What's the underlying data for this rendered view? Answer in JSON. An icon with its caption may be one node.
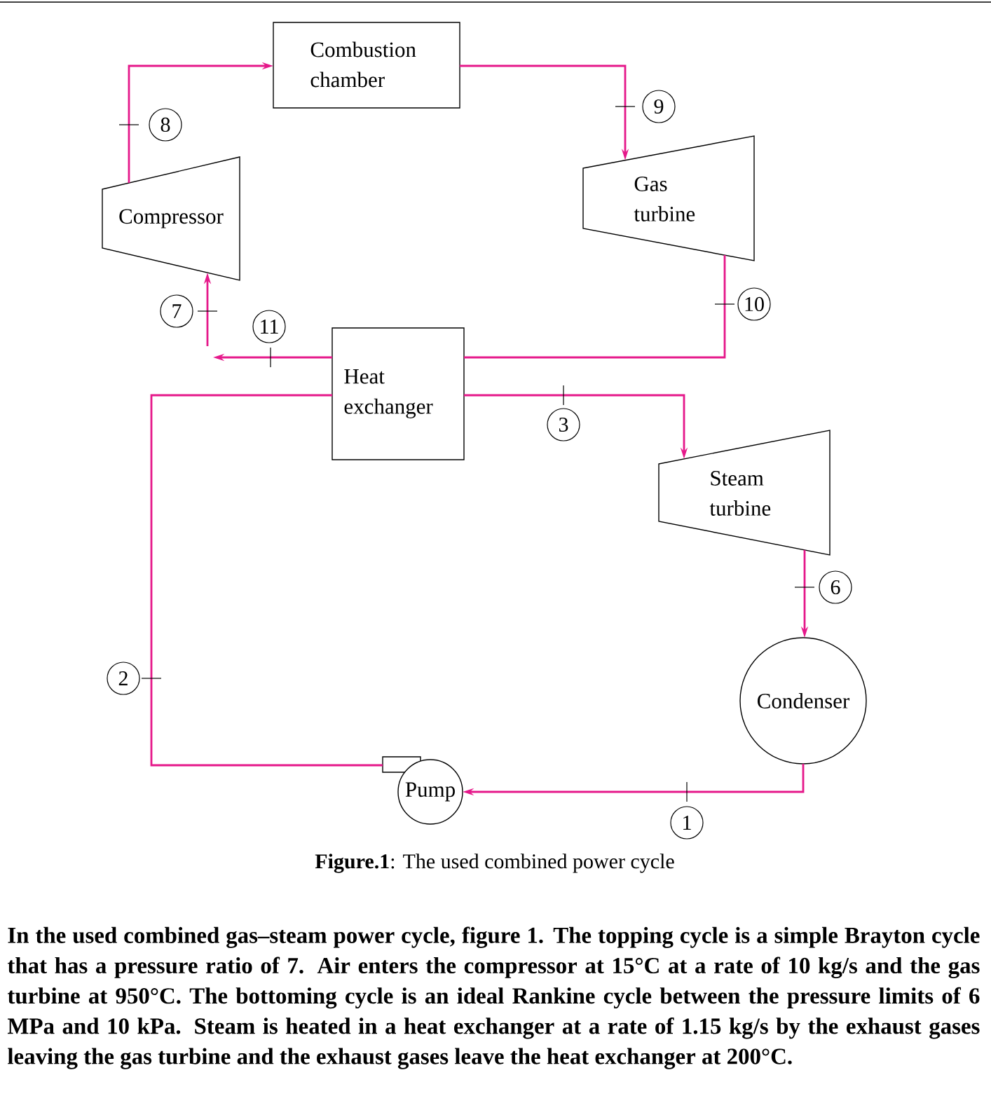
{
  "diagram": {
    "caption": "**Figure.1**: The used combined power cycle",
    "nodes": [
      {
        "text": [
          "Combustion chamber"
        ]
      },
      {
        "text": [
          "Compressor"
        ]
      },
      {
        "text": [
          "Gas turbine"
        ]
      },
      {
        "text": [
          "Heat exchanger"
        ]
      },
      {
        "text": [
          "Steam turbine"
        ]
      },
      {
        "text": [
          "Condenser"
        ]
      },
      {
        "text": [
          "Pump"
        ]
      }
    ],
    "edges": [
      {
        "from": 1,
        "to": 0,
        "arrow": "to"
      },
      {
        "from": 0,
        "to": 2,
        "arrow": "to"
      },
      {
        "from": 2,
        "to": 3,
        "arrow": "none"
      },
      {
        "from": 3,
        "to": null,
        "arrow": "to"
      },
      {
        "from": null,
        "to": 1,
        "arrow": "to"
      },
      {
        "from": 3,
        "to": 4,
        "arrow": "to"
      },
      {
        "from": 4,
        "to": 5,
        "arrow": "to"
      },
      {
        "from": 5,
        "to": 6,
        "arrow": "to"
      },
      {
        "from": 6,
        "to": 3,
        "arrow": "none"
      }
    ],
    "labels": [
      "9",
      "8",
      "10",
      "7",
      "11",
      "3",
      "6",
      "2",
      "1",
      "In the used combined gas–steam power cycle, figure 1. The topping cycle is a simple Brayton cycle that has a pressure ratio of 7. Air enters the compressor at 15°C at a rate of 10 kg/s and the gas turbine at 950°C. The bottoming cycle is an ideal Rankine cycle between the pressure limits of 6 MPa and 10 kPa. Steam is heated in a heat exchanger at a rate of 1.15 kg/s by the exhaust gases leaving the gas turbine and the exhaust gases leave the heat exchanger at 200°C."
    ]
  }
}
